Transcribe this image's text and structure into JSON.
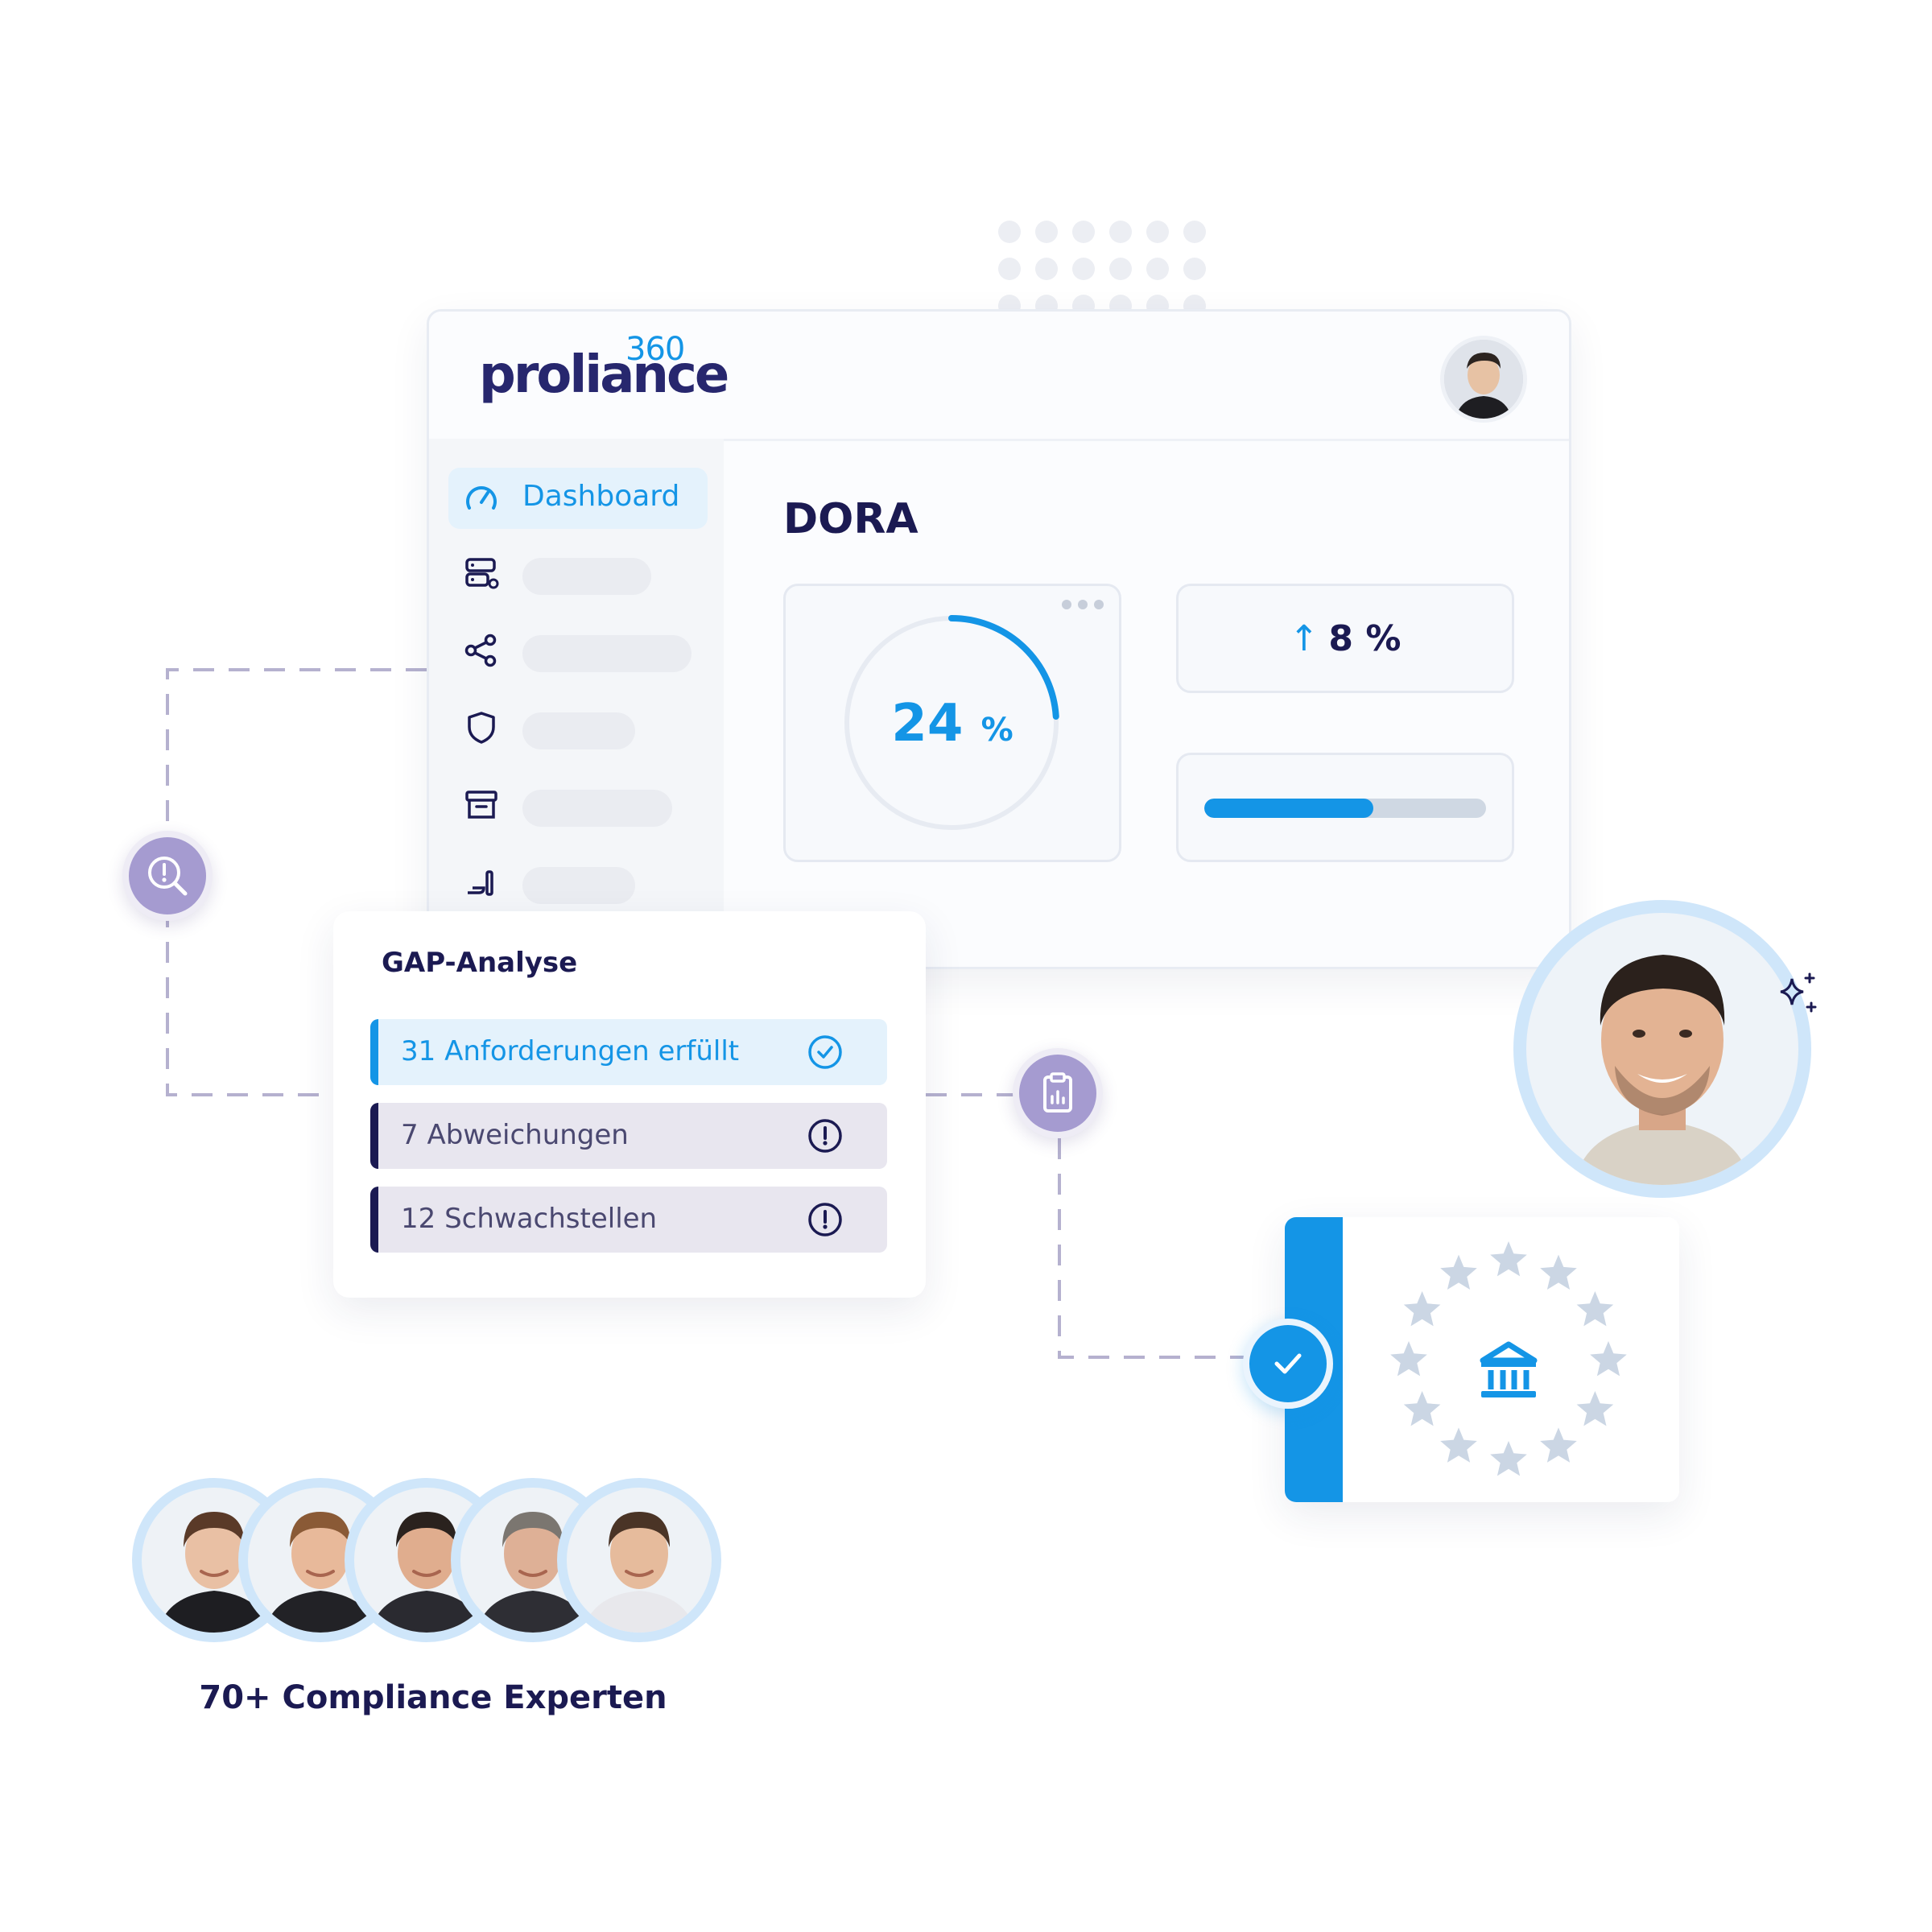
{
  "brand": {
    "name": "proliance",
    "superscript": "360"
  },
  "sidebar": {
    "items": [
      {
        "label": "Dashboard",
        "icon": "gauge-icon",
        "active": true
      },
      {
        "label": "",
        "icon": "server-settings-icon"
      },
      {
        "label": "",
        "icon": "share-icon"
      },
      {
        "label": "",
        "icon": "shield-icon"
      },
      {
        "label": "",
        "icon": "archive-icon"
      },
      {
        "label": "",
        "icon": "chart-hand-icon"
      }
    ]
  },
  "main": {
    "title": "DORA",
    "progress_ring": {
      "value": "24",
      "unit": "%",
      "fraction": 0.24
    },
    "kpi": {
      "arrow": "↑",
      "value": "8 %"
    },
    "progress_bar": {
      "fraction": 0.6
    }
  },
  "gap_analysis": {
    "title": "GAP-Analyse",
    "rows": [
      {
        "label": "31 Anforderungen erfüllt",
        "icon": "check-circle-icon",
        "status": "ok"
      },
      {
        "label": "7 Abweichungen",
        "icon": "alert-circle-icon",
        "status": "warn"
      },
      {
        "label": "12 Schwachstellen",
        "icon": "alert-circle-icon",
        "status": "warn"
      }
    ]
  },
  "flow_icons": {
    "search": "search-alert-icon",
    "clipboard": "clipboard-chart-icon",
    "check": "check-icon"
  },
  "eu_badge": {
    "icon": "bank-icon",
    "stars": 12
  },
  "experts": {
    "label": "70+ Compliance Experten",
    "count_shown": 5
  },
  "colors": {
    "primary": "#1495e6",
    "navy": "#1b1a52",
    "lavender": "#a59bd0",
    "light_blue": "#cfe6fa"
  }
}
